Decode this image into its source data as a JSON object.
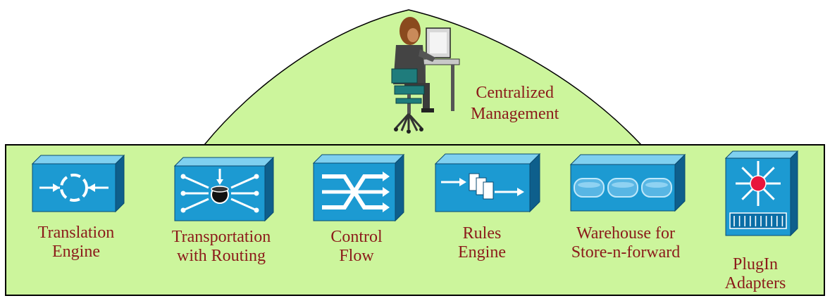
{
  "management": {
    "line1": "Centralized",
    "line2": "Management"
  },
  "components": [
    {
      "line1": "Translation",
      "line2": "Engine",
      "icon": "translation-engine-icon"
    },
    {
      "line1": "Transportation",
      "line2": "with Routing",
      "icon": "routing-hub-icon"
    },
    {
      "line1": "Control",
      "line2": "Flow",
      "icon": "control-flow-icon"
    },
    {
      "line1": "Rules",
      "line2": "Engine",
      "icon": "rules-engine-icon"
    },
    {
      "line1": "Warehouse for",
      "line2": "Store-n-forward",
      "icon": "warehouse-storage-icon"
    },
    {
      "line1": "PlugIn",
      "line2": "Adapters",
      "icon": "plugin-adapter-icon"
    }
  ],
  "colors": {
    "fill": "#ccf59c",
    "label": "#8b1a1a",
    "icon_face": "#1c9ad2",
    "icon_side": "#0e5f8c",
    "icon_top": "#7fd0f0"
  }
}
